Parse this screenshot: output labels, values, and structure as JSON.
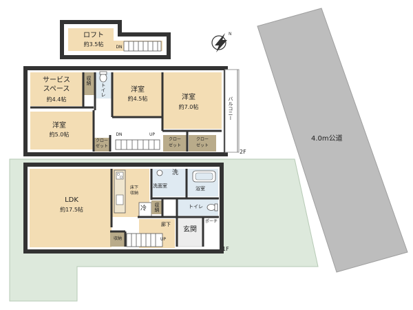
{
  "loft": {
    "name": "ロフト",
    "area": "約3.5帖",
    "dn": "DN"
  },
  "floor2": {
    "label": "2F",
    "service_space": {
      "line1": "サービス",
      "line2": "スペース",
      "area": "約4.4帖"
    },
    "storage": "収納",
    "toilet": "トイレ",
    "western_small": {
      "name": "洋室",
      "area": "約4.5帖"
    },
    "western_large": {
      "name": "洋室",
      "area": "約7.0帖"
    },
    "western_west": {
      "name": "洋室",
      "area": "約5.0帖"
    },
    "closet_a": {
      "line1": "クロー",
      "line2": "ゼット"
    },
    "closet_b": {
      "line1": "クロー",
      "line2": "ゼット"
    },
    "closet_c": {
      "line1": "クロー",
      "line2": "ゼット"
    },
    "balcony": "バルコニー",
    "dn": "DN",
    "up": "UP"
  },
  "floor1": {
    "label": "1F",
    "ldk": {
      "name": "LDK",
      "area": "約17.5帖"
    },
    "underfloor": {
      "line1": "床下",
      "line2": "収納"
    },
    "fridge": "冷",
    "storage_a": "収納",
    "storage_b": "収納",
    "wash_room": "洗面室",
    "washer": "洗",
    "bath": "浴室",
    "toilet": "トイレ",
    "hallway": "廊下",
    "entrance": "玄関",
    "porch": "ポーチ",
    "up": "UP"
  },
  "road": {
    "label": "4.0m公道"
  },
  "colors": {
    "lot": "#dde9dc",
    "road": "#bdbdbd",
    "wood": "#f3ddb4",
    "wet": "#dfeaf2",
    "storage": "#b9ab8a",
    "tile": "#ededed",
    "wall": "#333333"
  },
  "icons": [
    "compass-icon",
    "stairs-icon",
    "bathtub-icon",
    "toilet-icon",
    "sink-icon",
    "kitchen-icon"
  ]
}
